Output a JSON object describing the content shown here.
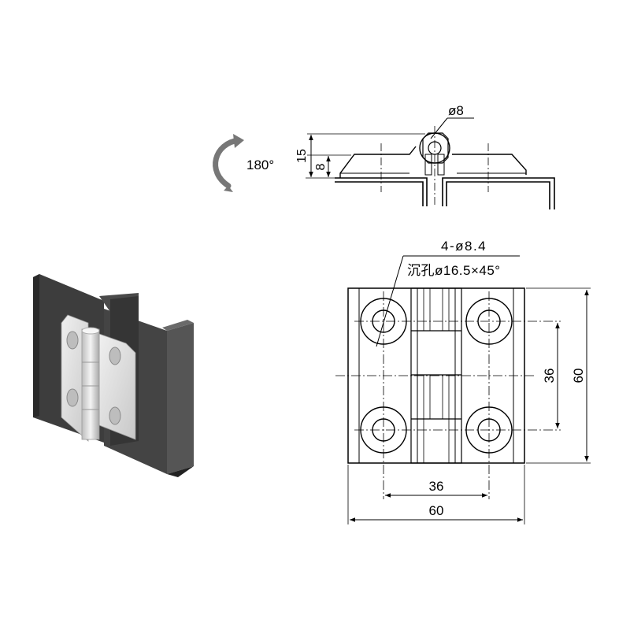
{
  "side_view": {
    "rotation_label": "180°",
    "pin_diameter": "ø8",
    "height_total": "15",
    "height_leaf": "8"
  },
  "top_view": {
    "hole_spec": "4-ø8.4",
    "countersink_spec": "沉孔ø16.5×45°",
    "hole_pitch_vertical": "36",
    "height_overall": "60",
    "hole_pitch_horizontal": "36",
    "width_overall": "60"
  },
  "colors": {
    "line": "#000000",
    "panel_dark": "#3b3b3b",
    "hinge_light": "#e4e4e4"
  },
  "icons": [
    "rotation-arrow-icon",
    "hinge-3d-illustration"
  ]
}
